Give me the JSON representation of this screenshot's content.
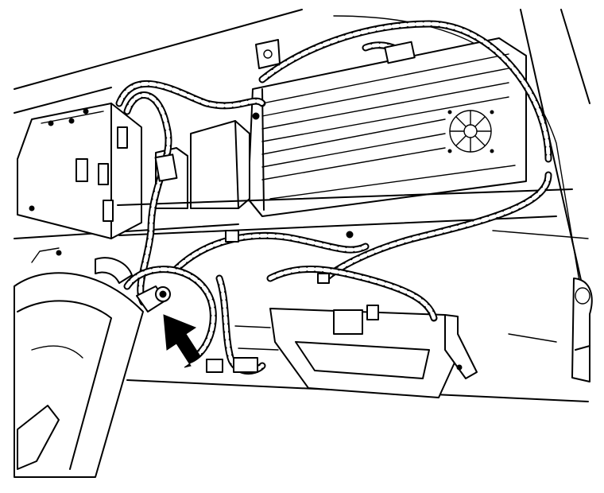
{
  "illustration": {
    "kind": "line-drawing",
    "palette": {
      "ink": "#000000",
      "paper": "#ffffff"
    },
    "callouts": [
      {
        "id": "ground-fastener-arrow",
        "shape": "solid-arrow",
        "points_to": "ground-bolt"
      }
    ]
  }
}
